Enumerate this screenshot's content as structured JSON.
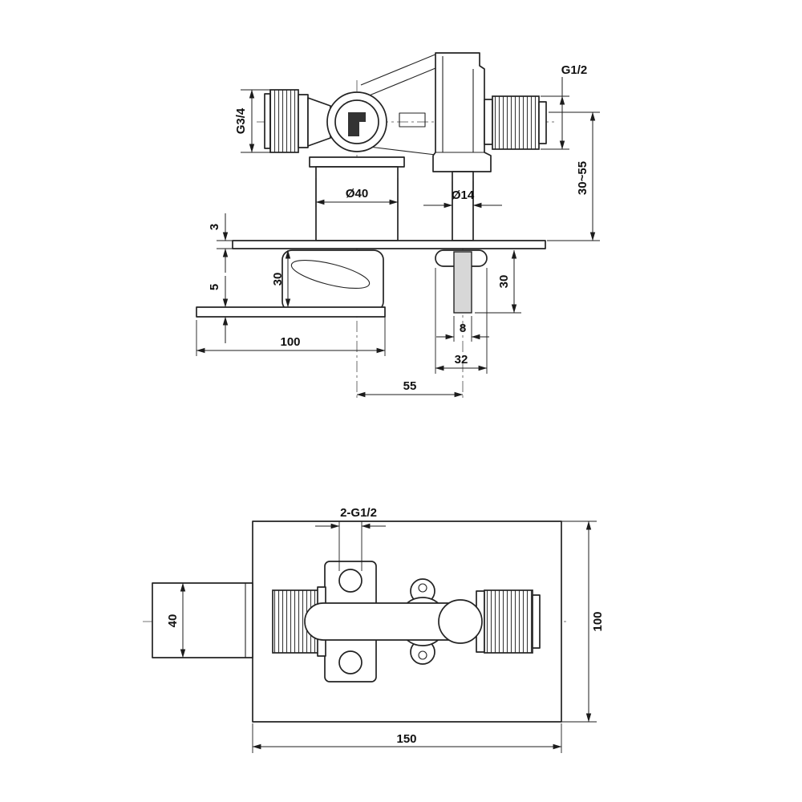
{
  "colors": {
    "background": "#ffffff",
    "line": "#1c1c1c",
    "pipe_fill": "#d7d7d7"
  },
  "top_view": {
    "labels": {
      "thread_left": "G3/4",
      "thread_right": "G1/2",
      "depth_range": "30~55",
      "body_diameter": "Ø40",
      "spout_pipe_diameter": "Ø14",
      "wall_plate_thickness": "3",
      "escutcheon_thickness": "5",
      "trim_height": "30",
      "drop_pipe_length": "30",
      "drop_pipe_width": "8",
      "escutcheon_width": "100",
      "flange_width": "32",
      "center_distance": "55"
    }
  },
  "plan_view": {
    "labels": {
      "ports": "2-G1/2",
      "handle_width": "40",
      "plate_depth": "100",
      "plate_width": "150"
    }
  }
}
